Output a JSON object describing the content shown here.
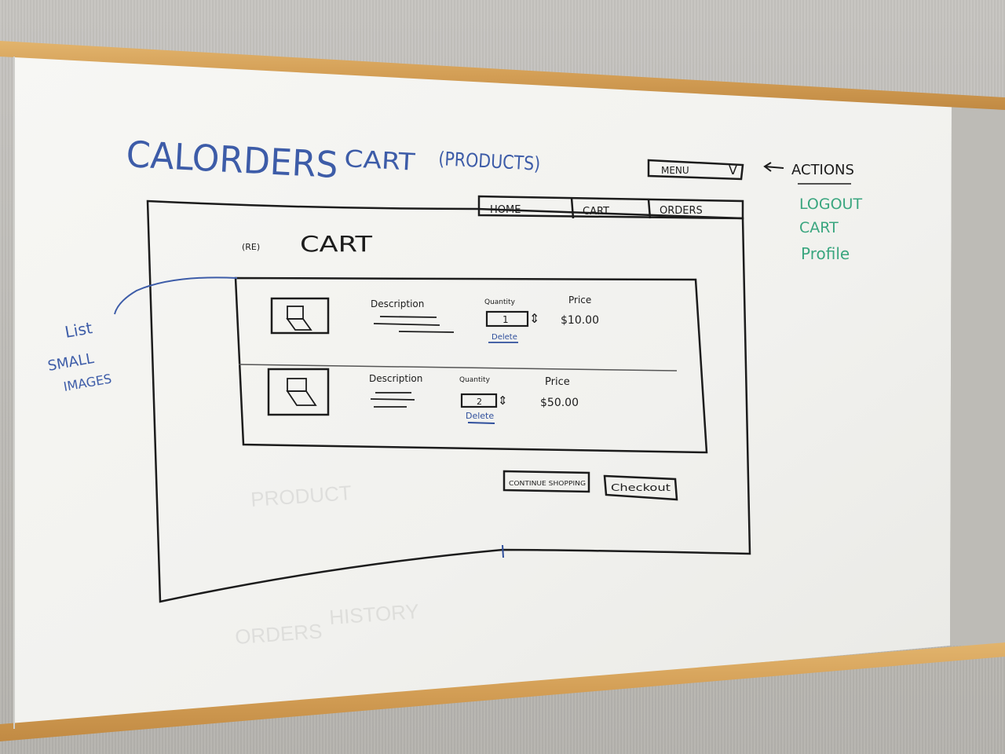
{
  "board": {
    "title_left": "CALORDERS",
    "title_mid": "CART",
    "title_right": "(PRODUCTS)"
  },
  "menu": {
    "label": "MENU",
    "chevron": "V",
    "arrow_label": "ACTIONS",
    "actions": [
      "LOGOUT",
      "CART",
      "Profile"
    ]
  },
  "tabs": [
    "HOME",
    "CART",
    "ORDERS"
  ],
  "page": {
    "back_label": "(RE)",
    "heading": "CART"
  },
  "side_note": [
    "List",
    "SMALL",
    "IMAGES"
  ],
  "cart_items": [
    {
      "description_label": "Description",
      "quantity_label": "Quantity",
      "quantity": "1",
      "price_label": "Price",
      "price": "$10.00",
      "delete_label": "Delete"
    },
    {
      "description_label": "Description",
      "quantity_label": "Quantity",
      "quantity": "2",
      "price_label": "Price",
      "price": "$50.00",
      "delete_label": "Delete"
    }
  ],
  "buttons": {
    "continue_shopping": "CONTINUE SHOPPING",
    "checkout": "Checkout"
  },
  "ghost_text": [
    "HISTORY",
    "PRODUCT",
    "ORDERS"
  ],
  "colors": {
    "ink_black": "#1c1c1c",
    "ink_blue": "#2f4f9c",
    "ink_green": "#3aa67f",
    "wood": "#d7a45c",
    "board": "#f4f4f1"
  }
}
